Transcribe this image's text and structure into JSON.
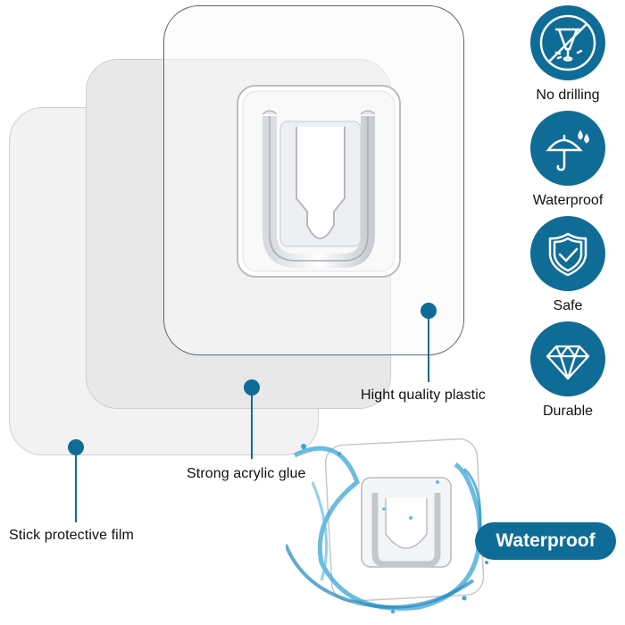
{
  "colors": {
    "accent": "#0f6c97",
    "film_fill": "#f2f2f2",
    "glue_fill": "#e8e8e8",
    "plastic_fill": "#f7f7f7",
    "sheet_border": "#c9c9c9",
    "plastic_border": "#5a6a75",
    "water": "#3aa6d6"
  },
  "callouts": [
    {
      "label": "Hight quality plastic"
    },
    {
      "label": "Strong acrylic glue"
    },
    {
      "label": "Stick protective film"
    }
  ],
  "features": [
    {
      "label": "No drilling",
      "icon": "no-drilling-icon"
    },
    {
      "label": "Waterproof",
      "icon": "umbrella-rain-icon"
    },
    {
      "label": "Safe",
      "icon": "shield-check-icon"
    },
    {
      "label": "Durable",
      "icon": "diamond-icon"
    }
  ],
  "badge": {
    "label": "Waterproof"
  }
}
